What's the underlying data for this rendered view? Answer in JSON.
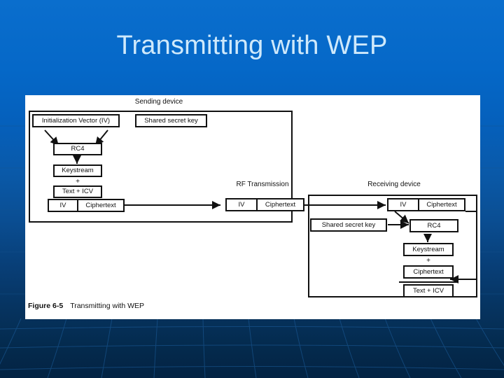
{
  "slide": {
    "title": "Transmitting with WEP",
    "title_color": "#cfe9fb",
    "background_top_color": "#0a6ecd",
    "background_bottom_color": "#032343"
  },
  "figure": {
    "caption_number": "Figure 6-5",
    "caption_text": "Transmitting with WEP",
    "sections": {
      "sending": {
        "label": "Sending device",
        "boxes": {
          "iv": "Initialization Vector (IV)",
          "shared_key": "Shared secret key",
          "rc4": "RC4",
          "keystream": "Keystream",
          "plus": "+",
          "text_icv": "Text + ICV",
          "packet_iv": "IV",
          "packet_ciphertext": "Ciphertext"
        }
      },
      "rf": {
        "label": "RF Transmission",
        "boxes": {
          "packet_iv": "IV",
          "packet_ciphertext": "Ciphertext"
        }
      },
      "receiving": {
        "label": "Receiving device",
        "boxes": {
          "packet_iv": "IV",
          "packet_ciphertext": "Ciphertext",
          "shared_key": "Shared secret key",
          "rc4": "RC4",
          "keystream": "Keystream",
          "plus": "+",
          "ciphertext": "Ciphertext",
          "text_icv": "Text + ICV"
        }
      }
    }
  }
}
